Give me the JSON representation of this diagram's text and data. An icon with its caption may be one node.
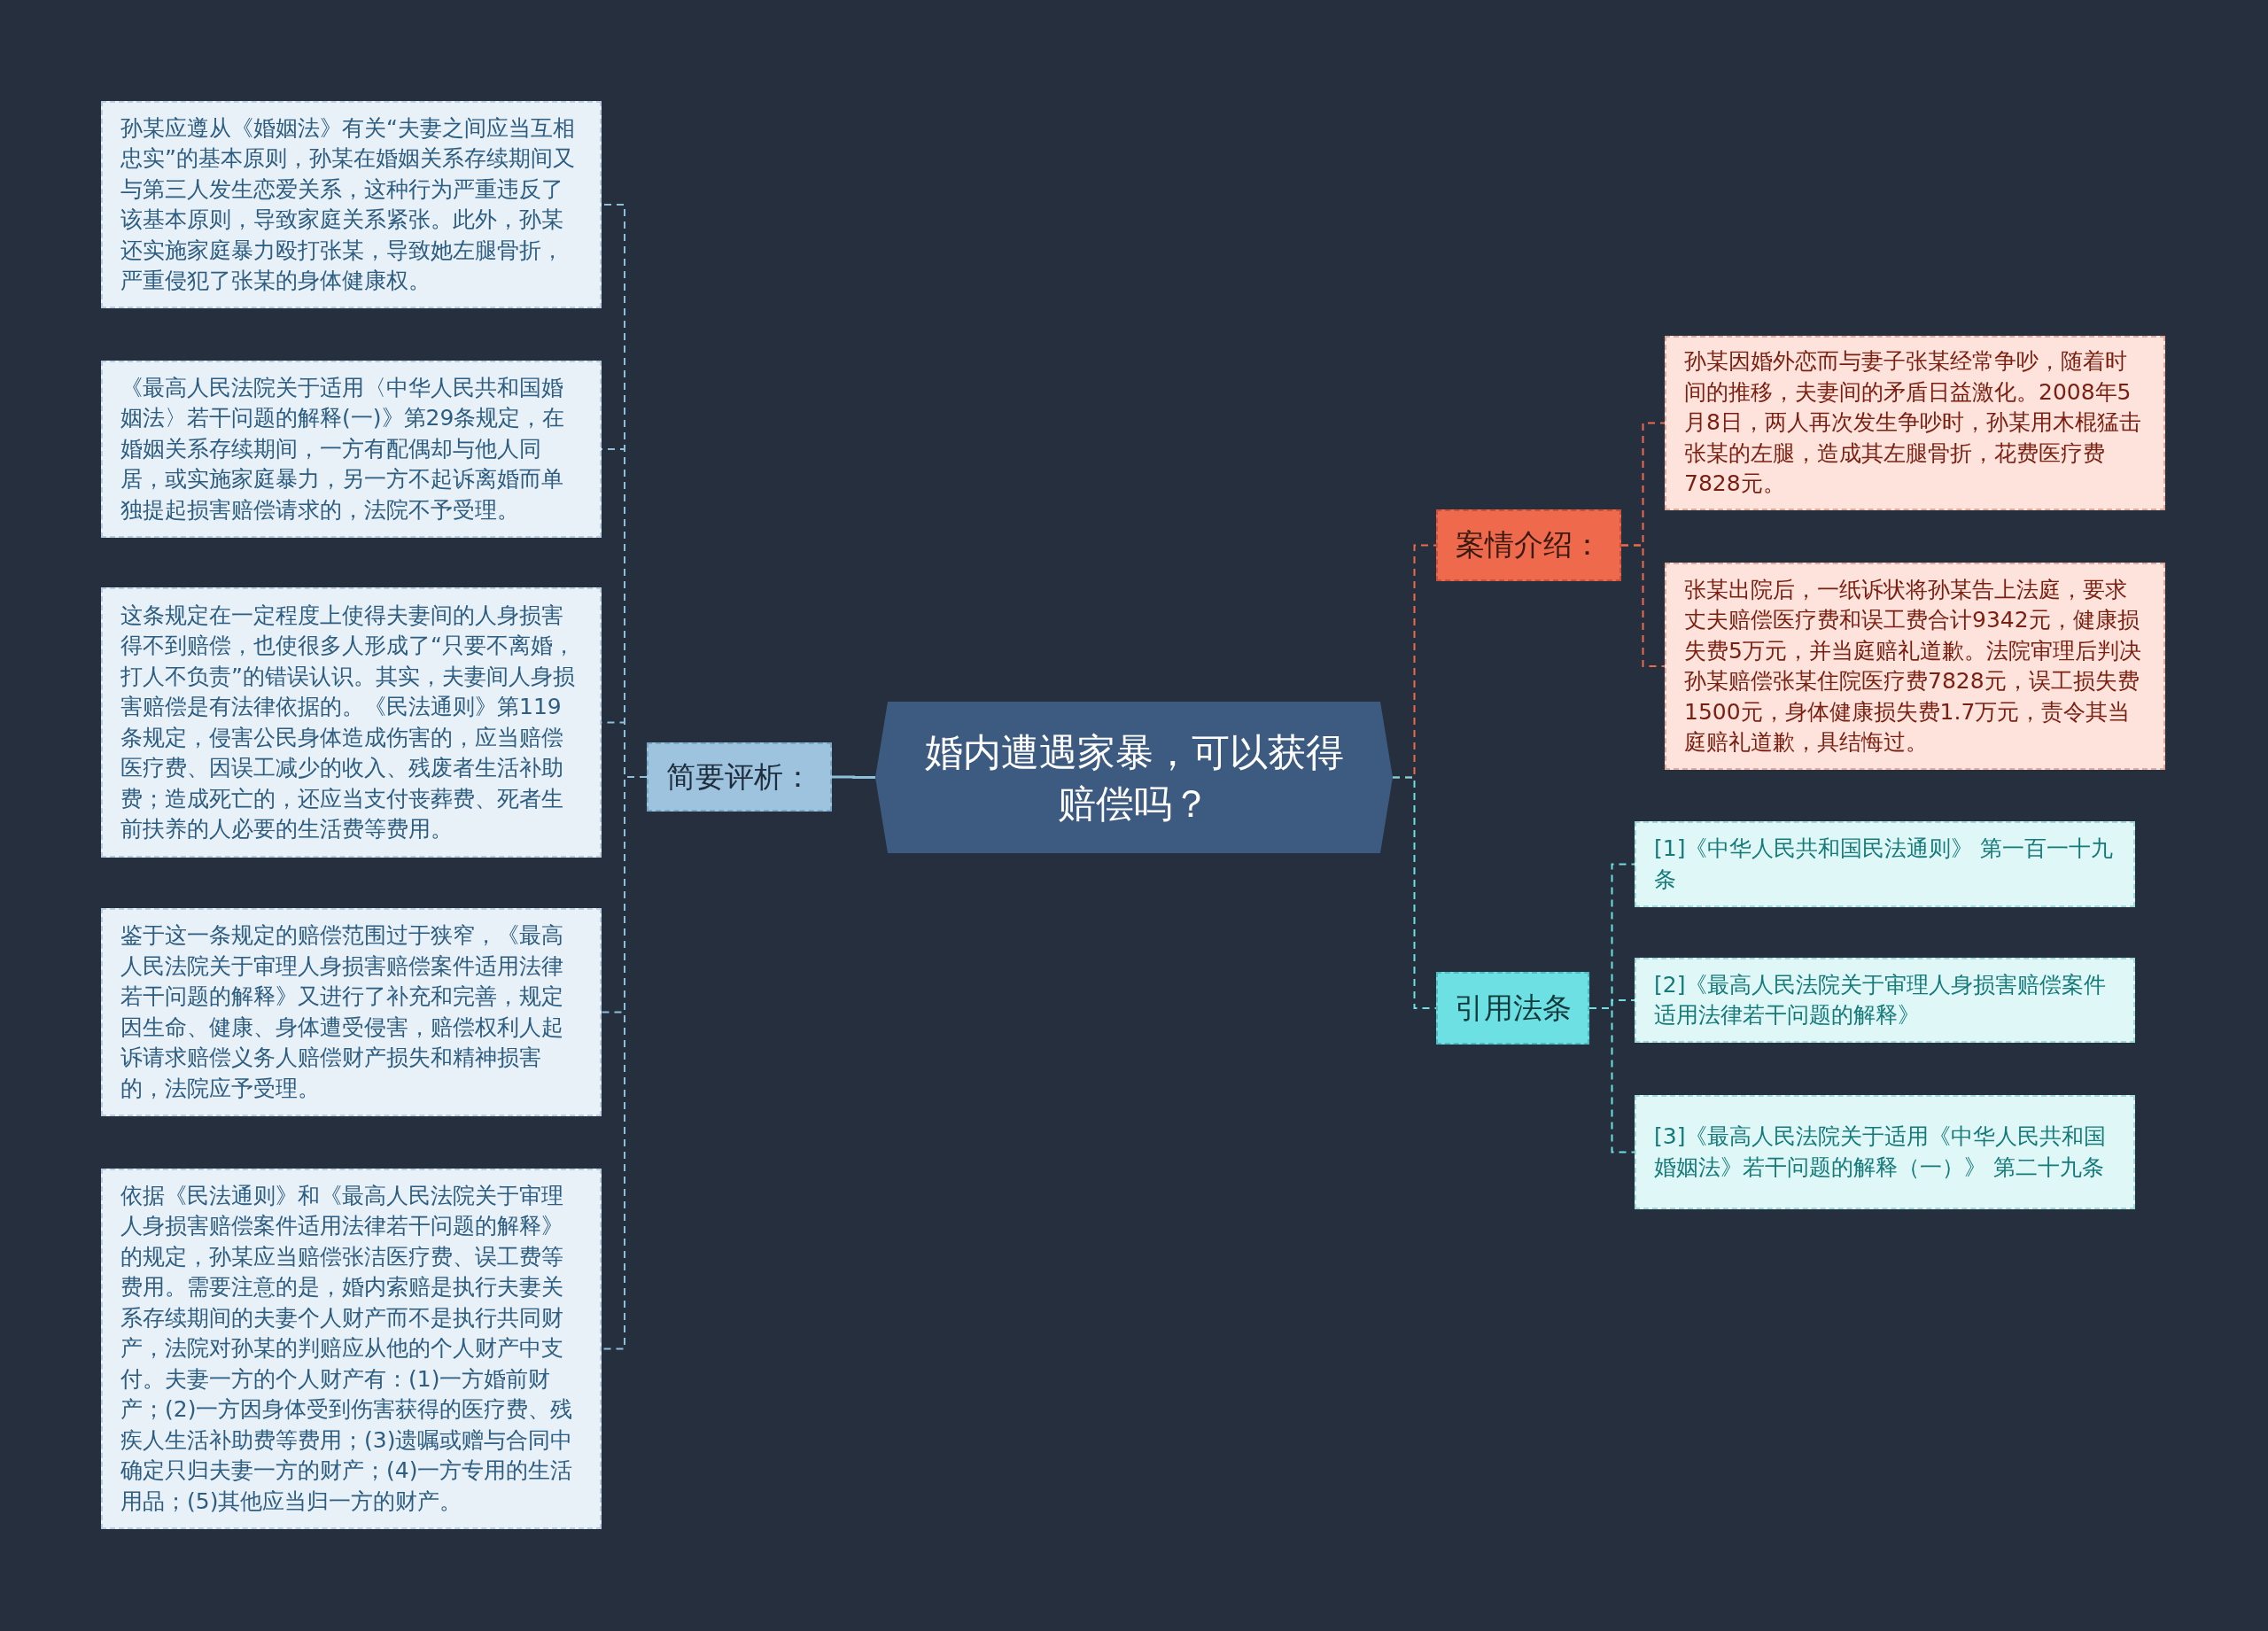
{
  "diagram": {
    "nodes": [
      {
        "text": [
          "婚内遭遇家暴，可以获得赔偿吗？"
        ]
      },
      {
        "text": [
          "简要评析："
        ]
      },
      {
        "text": [
          "孙某应遵从《婚姻法》有关“夫妻之间应当互相忠实”的基本原则，孙某在婚姻关系存续期间又与第三人发生恋爱关系，这种行为严重违反了该基本原则，导致家庭关系紧张。此外，孙某还实施家庭暴力殴打张某，导致她左腿骨折，严重侵犯了张某的身体健康权。"
        ]
      },
      {
        "text": [
          "《最高人民法院关于适用〈中华人民共和国婚姻法〉若干问题的解释(一)》第29条规定，在婚姻关系存续期间，一方有配偶却与他人同居，或实施家庭暴力，另一方不起诉离婚而单独提起损害赔偿请求的，法院不予受理。"
        ]
      },
      {
        "text": [
          "这条规定在一定程度上使得夫妻间的人身损害得不到赔偿，也使很多人形成了“只要不离婚，打人不负责”的错误认识。其实，夫妻间人身损害赔偿是有法律依据的。《民法通则》第119条规定，侵害公民身体造成伤害的，应当赔偿医疗费、因误工减少的收入、残废者生活补助费；造成死亡的，还应当支付丧葬费、死者生前扶养的人必要的生活费等费用。"
        ]
      },
      {
        "text": [
          "鉴于这一条规定的赔偿范围过于狭窄，《最高人民法院关于审理人身损害赔偿案件适用法律若干问题的解释》又进行了补充和完善，规定因生命、健康、身体遭受侵害，赔偿权利人起诉请求赔偿义务人赔偿财产损失和精神损害的，法院应予受理。"
        ]
      },
      {
        "text": [
          "依据《民法通则》和《最高人民法院关于审理人身损害赔偿案件适用法律若干问题的解释》的规定，孙某应当赔偿张洁医疗费、误工费等费用。需要注意的是，婚内索赔是执行夫妻关系存续期间的夫妻个人财产而不是执行共同财产，法院对孙某的判赔应从他的个人财产中支付。夫妻一方的个人财产有：(1)一方婚前财产；(2)一方因身体受到伤害获得的医疗费、残疾人生活补助费等费用；(3)遗嘱或赠与合同中确定只归夫妻一方的财产；(4)一方专用的生活用品；(5)其他应当归一方的财产。"
        ]
      },
      {
        "text": [
          "案情介绍："
        ]
      },
      {
        "text": [
          "孙某因婚外恋而与妻子张某经常争吵，随着时间的推移，夫妻间的矛盾日益激化。2008年5月8日，两人再次发生争吵时，孙某用木棍猛击张某的左腿，造成其左腿骨折，花费医疗费7828元。"
        ]
      },
      {
        "text": [
          "张某出院后，一纸诉状将孙某告上法庭，要求丈夫赔偿医疗费和误工费合计9342元，健康损失费5万元，并当庭赔礼道歉。法院审理后判决孙某赔偿张某住院医疗费7828元，误工损失费1500元，身体健康损失费1.7万元，责令其当庭赔礼道歉，具结悔过。"
        ]
      },
      {
        "text": [
          "引用法条"
        ]
      },
      {
        "text": [
          "[1]《中华人民共和国民法通则》 第一百一十九条"
        ]
      },
      {
        "text": [
          "[2]《最高人民法院关于审理人身损害赔偿案件适用法律若干问题的解释》"
        ]
      },
      {
        "text": [
          "[3]《最高人民法院关于适用《中华人民共和国婚姻法》若干问题的解释（一）》 第二十九条"
        ]
      }
    ],
    "edges": [
      {
        "from": 0,
        "to": 1,
        "arrow": "none"
      },
      {
        "from": 1,
        "to": 2,
        "arrow": "none",
        "style": "dashed"
      },
      {
        "from": 1,
        "to": 3,
        "arrow": "none",
        "style": "dashed"
      },
      {
        "from": 1,
        "to": 4,
        "arrow": "none",
        "style": "dashed"
      },
      {
        "from": 1,
        "to": 5,
        "arrow": "none",
        "style": "dashed"
      },
      {
        "from": 1,
        "to": 6,
        "arrow": "none",
        "style": "dashed"
      },
      {
        "from": 0,
        "to": 7,
        "arrow": "none",
        "style": "dashed",
        "color": "#ef6a4c"
      },
      {
        "from": 7,
        "to": 8,
        "arrow": "none",
        "style": "dashed",
        "color": "#ef6a4c"
      },
      {
        "from": 7,
        "to": 9,
        "arrow": "none",
        "style": "dashed",
        "color": "#ef6a4c"
      },
      {
        "from": 0,
        "to": 10,
        "arrow": "none",
        "style": "dashed",
        "color": "#6ce0e3"
      },
      {
        "from": 10,
        "to": 11,
        "arrow": "none",
        "style": "dashed",
        "color": "#6ce0e3"
      },
      {
        "from": 10,
        "to": 12,
        "arrow": "none",
        "style": "dashed",
        "color": "#6ce0e3"
      },
      {
        "from": 10,
        "to": 13,
        "arrow": "none",
        "style": "dashed",
        "color": "#6ce0e3"
      }
    ]
  }
}
